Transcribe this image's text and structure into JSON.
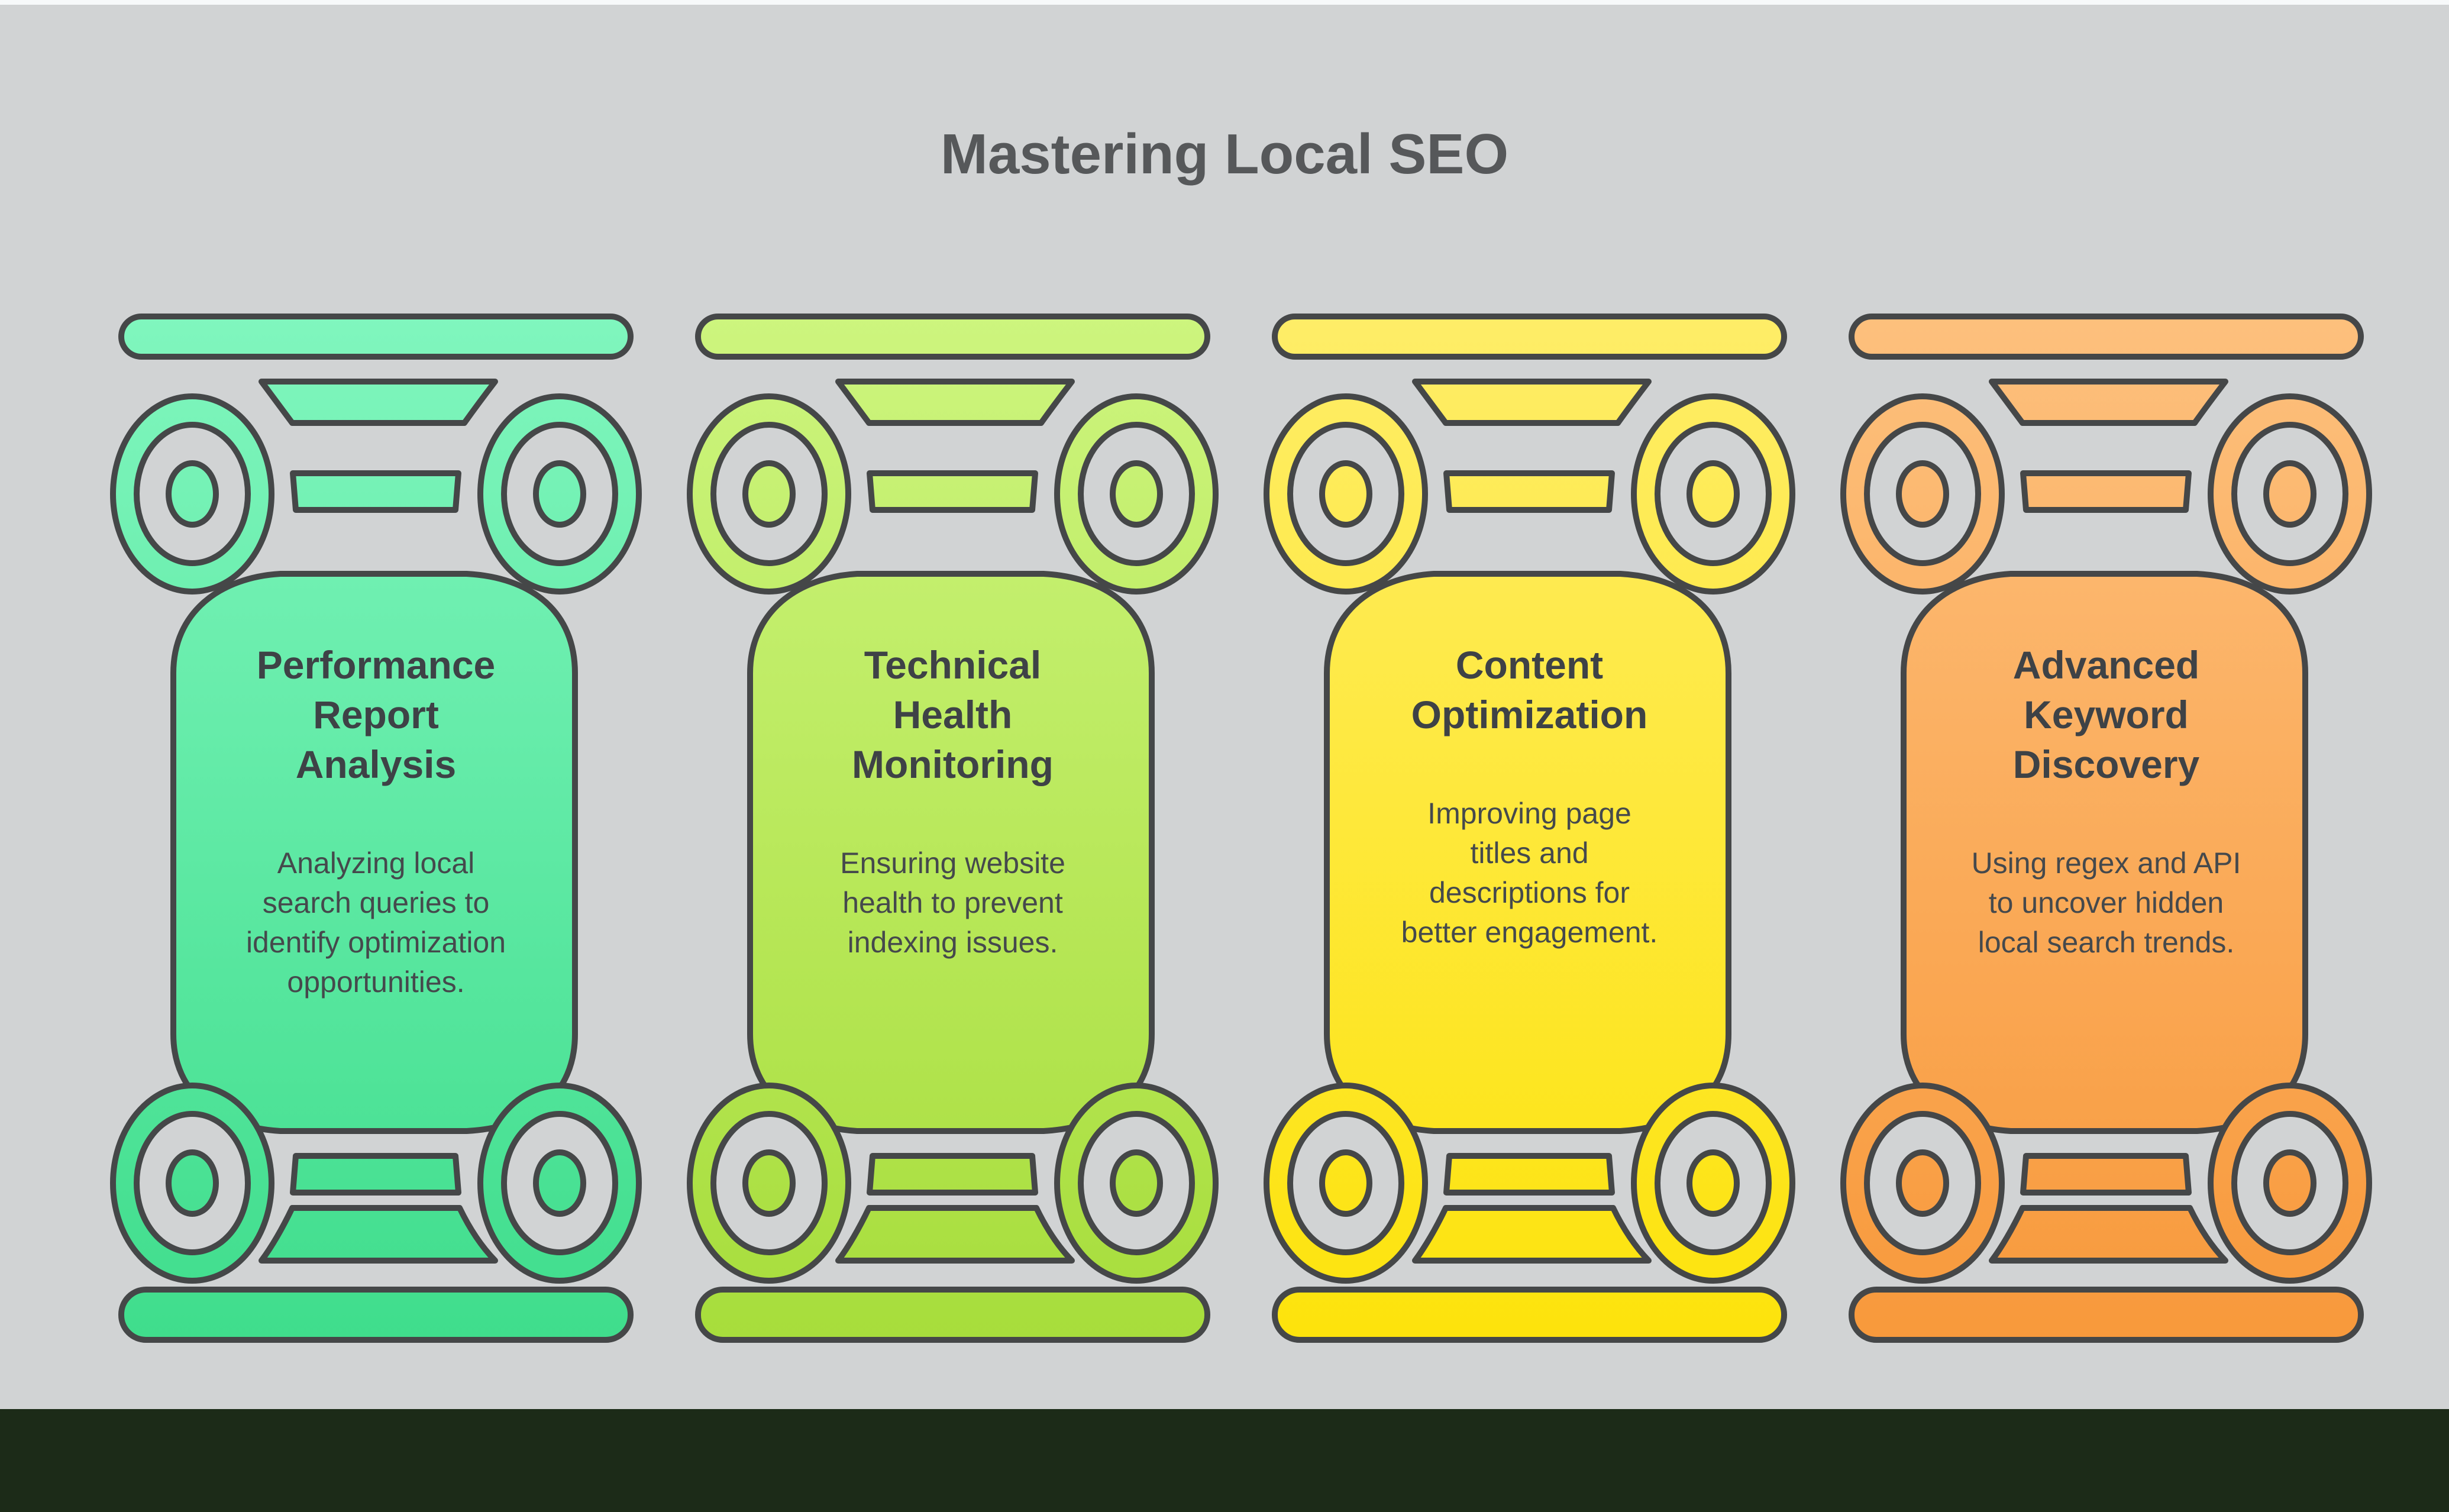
{
  "page": {
    "title": "Mastering Local SEO",
    "background_color": "#D1D3D4",
    "top_strip_color": "#F7F9FA",
    "footer_bar_color": "#1C2B18",
    "title_color": "#56585A",
    "outline_color": "#454748",
    "pillar_title_color": "#3E4246",
    "pillar_desc_color": "#45494C"
  },
  "pillars": [
    {
      "id": "performance-report-analysis",
      "title": "Performance\nReport\nAnalysis",
      "description": "Analyzing local\nsearch queries to\nidentify optimization\nopportunities.",
      "color_top": "#80F6BE",
      "color_bottom": "#3FDD8C"
    },
    {
      "id": "technical-health-monitoring",
      "title": "Technical\nHealth\nMonitoring",
      "description": "Ensuring website\nhealth to prevent\nindexing issues.",
      "color_top": "#CDF57E",
      "color_bottom": "#A7DD3B"
    },
    {
      "id": "content-optimization",
      "title": "Content\nOptimization",
      "description": "Improving page\ntitles and\ndescriptions for\nbetter engagement.",
      "color_top": "#FEED68",
      "color_bottom": "#FDE30B"
    },
    {
      "id": "advanced-keyword-discovery",
      "title": "Advanced\nKeyword\nDiscovery",
      "description": "Using regex and API\nto uncover hidden\nlocal search trends.",
      "color_top": "#FDC07D",
      "color_bottom": "#F8993B"
    }
  ]
}
